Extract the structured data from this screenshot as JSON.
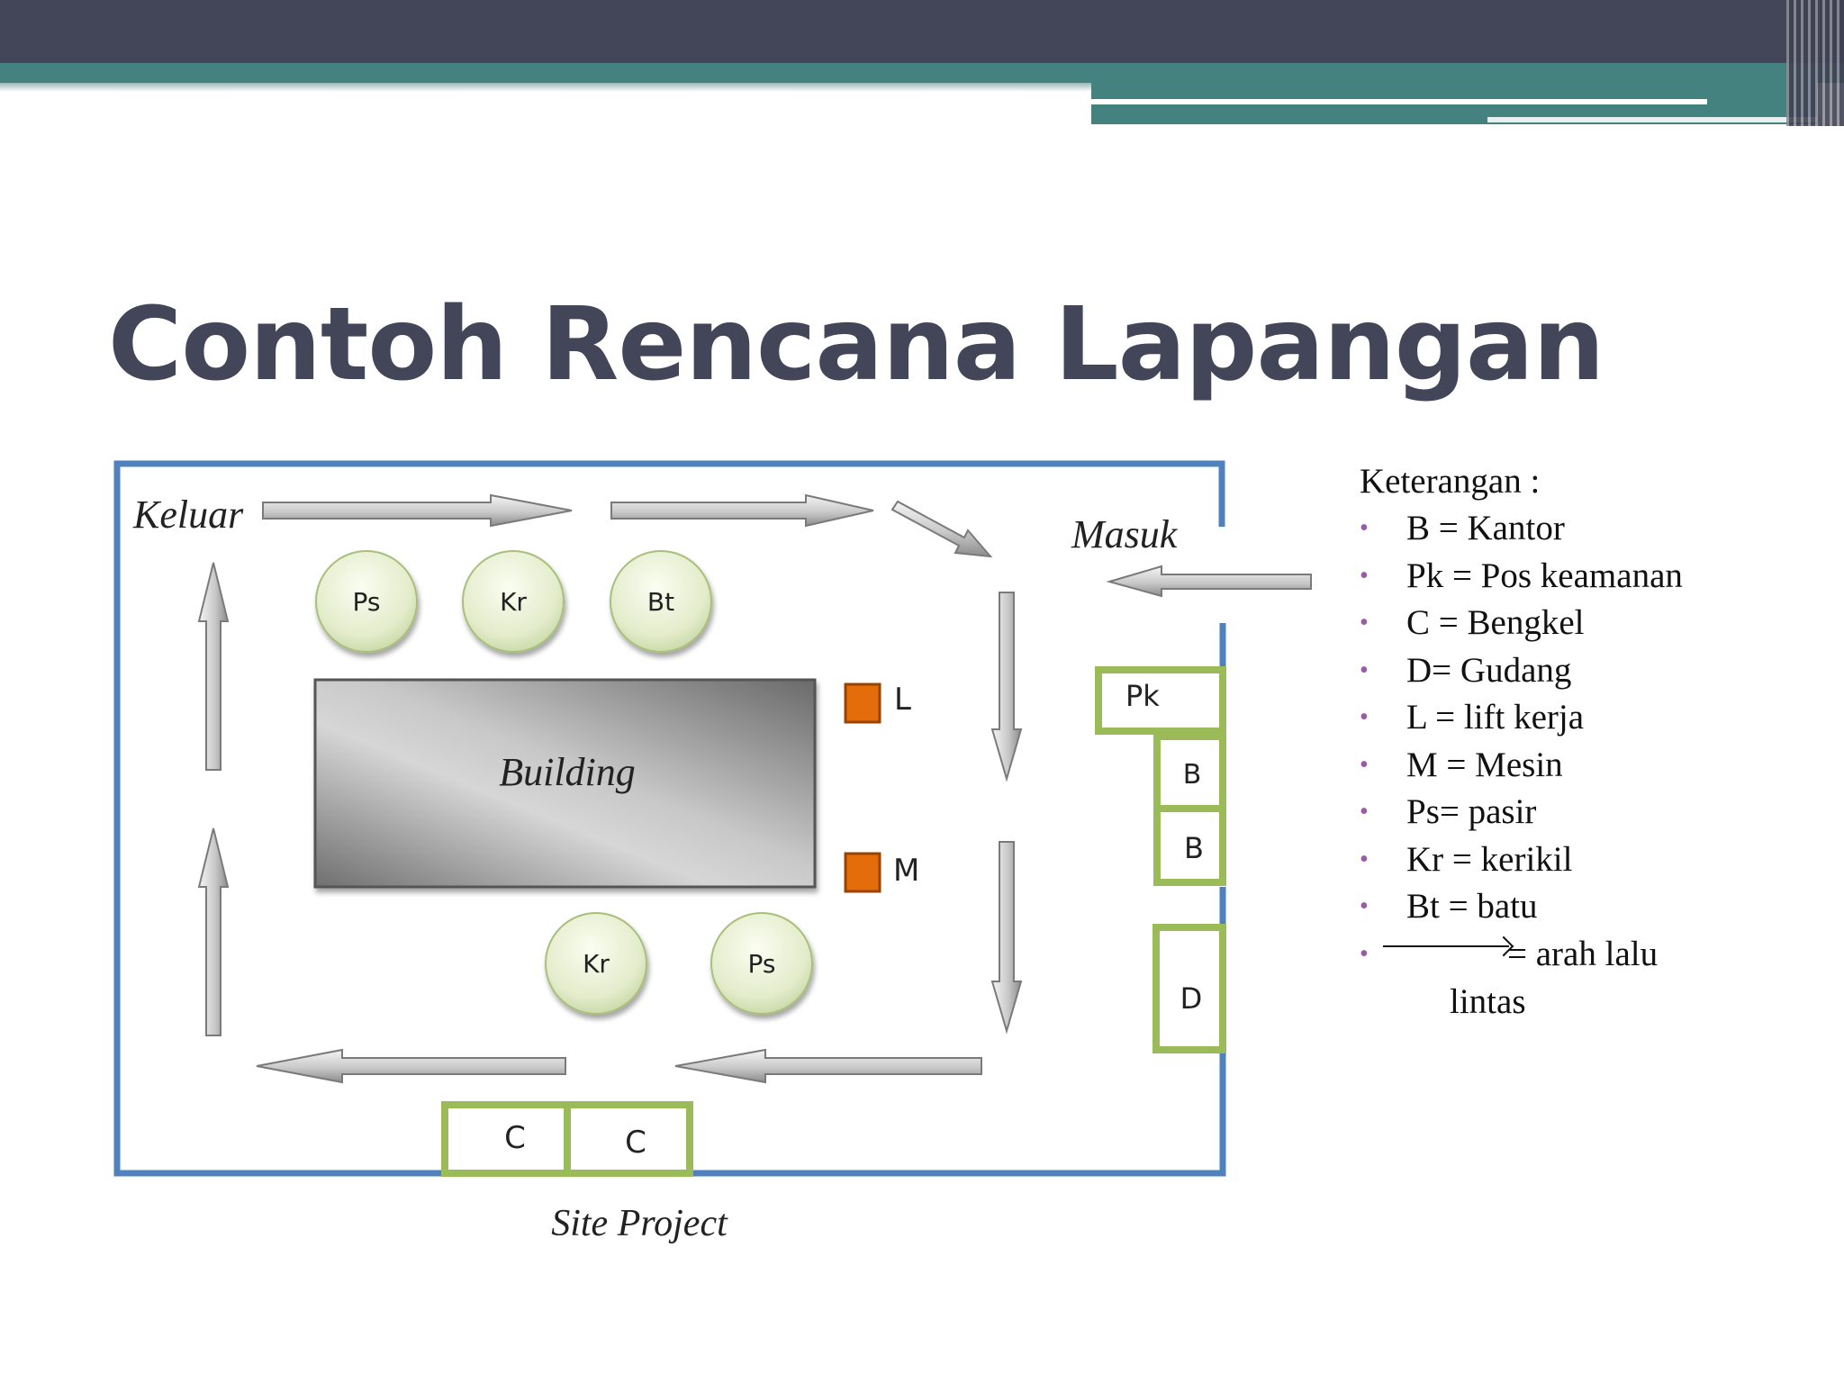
{
  "slide": {
    "title": "Contoh Rencana Lapangan"
  },
  "diagram": {
    "labels": {
      "exit": "Keluar",
      "entry": "Masuk",
      "building": "Building",
      "caption": "Site Project"
    },
    "circles": [
      "Ps",
      "Kr",
      "Bt",
      "Kr",
      "Ps"
    ],
    "markers": [
      "L",
      "M"
    ],
    "boxes": [
      "Pk",
      "B",
      "B",
      "D",
      "C",
      "C"
    ]
  },
  "legend": {
    "heading": "Keterangan :",
    "items": [
      "B = Kantor",
      "Pk = Pos keamanan",
      "C = Bengkel",
      "D= Gudang",
      "L = lift kerja",
      "M = Mesin",
      "Ps= pasir",
      "Kr = kerikil",
      "Bt = batu",
      "= arah lalu"
    ],
    "continuation": "lintas"
  },
  "colors": {
    "title": "#434558",
    "topbar": "#434558",
    "teal": "#44827f",
    "site_border": "#4f81bd",
    "facility_border": "#9bbb59",
    "marker": "#e46c0a",
    "bullet": "#9b59a8"
  }
}
